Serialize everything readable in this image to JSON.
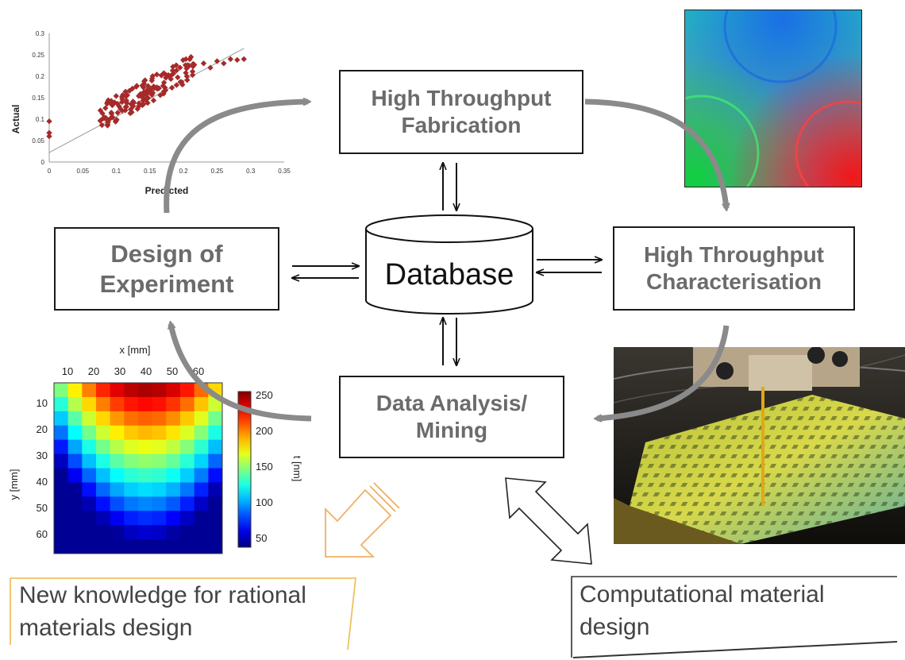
{
  "diagram": {
    "nodes": {
      "fabrication": {
        "line1": "High Throughput",
        "line2": "Fabrication"
      },
      "design": {
        "line1": "Design of",
        "line2": "Experiment"
      },
      "database": {
        "label": "Database"
      },
      "characterisation": {
        "line1": "High Throughput",
        "line2": "Characterisation"
      },
      "analysis": {
        "line1": "Data Analysis/",
        "line2": "Mining"
      }
    },
    "notes": {
      "knowledge": {
        "line1": "New knowledge for rational",
        "line2": "materials design"
      },
      "computational": {
        "line1": "Computational material",
        "line2": "design"
      }
    }
  },
  "scatter_plot": {
    "ylabel": "Actual",
    "xlabel": "Predicted",
    "x_ticks": [
      "0",
      "0.05",
      "0.1",
      "0.15",
      "0.2",
      "0.25",
      "0.3",
      "0.35"
    ],
    "y_ticks": [
      "0",
      "0.05",
      "0.1",
      "0.15",
      "0.2",
      "0.25",
      "0.3"
    ],
    "point_color": "#a52a2a"
  },
  "heatmap": {
    "xlabel": "x [mm]",
    "ylabel": "y [mm]",
    "x_ticks": [
      "10",
      "20",
      "30",
      "40",
      "50",
      "60"
    ],
    "y_ticks": [
      "10",
      "20",
      "30",
      "40",
      "50",
      "60"
    ],
    "colorbar_label": "t [nm]",
    "colorbar_ticks": [
      "250",
      "200",
      "150",
      "100",
      "50"
    ]
  },
  "colors": {
    "arrow_gray": "#8a8a8a",
    "knowledge_accent": "#f0b060",
    "box_text": "#6b6b6b"
  }
}
